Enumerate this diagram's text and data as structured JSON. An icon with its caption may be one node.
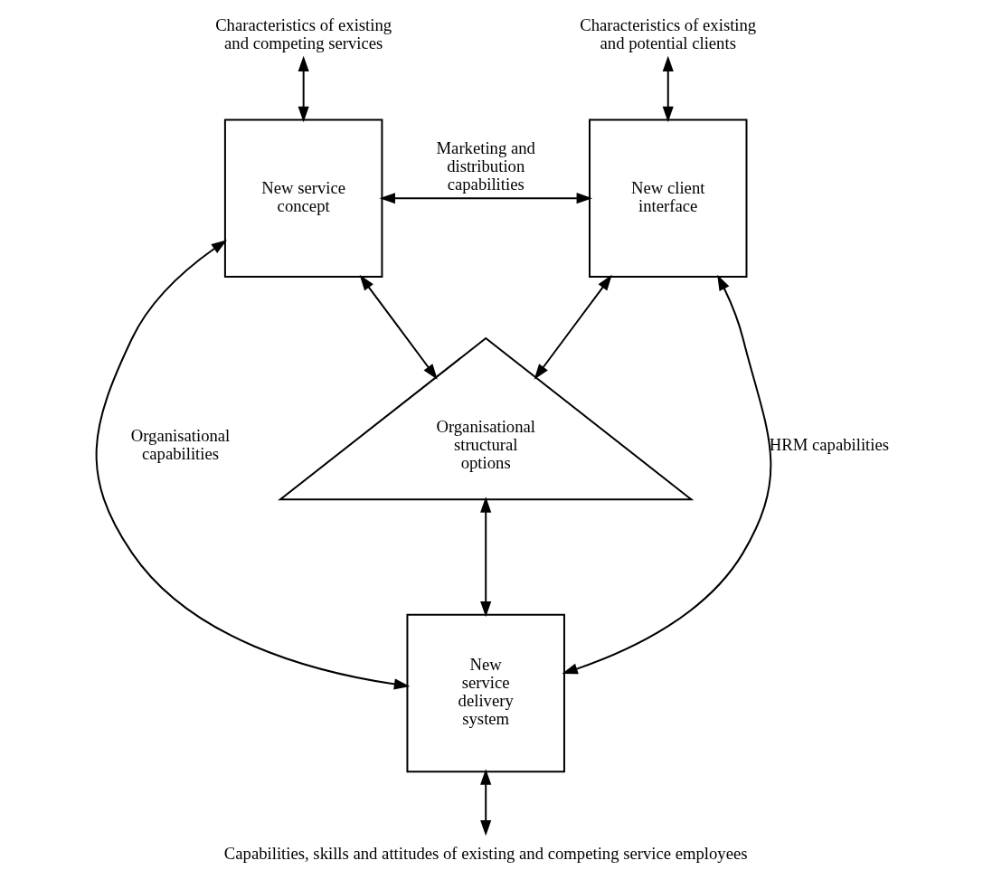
{
  "diagram": {
    "nodes": [
      {
        "text": [
          "Characteristics of existing and competing services"
        ]
      },
      {
        "text": [
          "Characteristics of existing and potential clients"
        ]
      },
      {
        "text": [
          "New service concept"
        ]
      },
      {
        "text": [
          "New client interface"
        ]
      },
      {
        "text": [
          "Organisational structural options"
        ]
      },
      {
        "text": [
          "New service delivery system"
        ]
      },
      {
        "text": [
          "Capabilities, skills and attitudes of existing and competing service employees"
        ]
      }
    ],
    "edges": [
      {
        "from": 0,
        "to": 2,
        "arrow": "both"
      },
      {
        "from": 1,
        "to": 3,
        "arrow": "both"
      },
      {
        "from": 2,
        "to": 3,
        "arrow": "both",
        "label": "Marketing and distribution capabilities"
      },
      {
        "from": 2,
        "to": 4,
        "arrow": "both"
      },
      {
        "from": 3,
        "to": 4,
        "arrow": "both"
      },
      {
        "from": 4,
        "to": 5,
        "arrow": "both"
      },
      {
        "from": 2,
        "to": 5,
        "arrow": "both",
        "label": "Organisational capabilities"
      },
      {
        "from": 3,
        "to": 5,
        "arrow": "both",
        "label": "HRM capabilities"
      },
      {
        "from": 5,
        "to": 6,
        "arrow": "both"
      }
    ]
  }
}
